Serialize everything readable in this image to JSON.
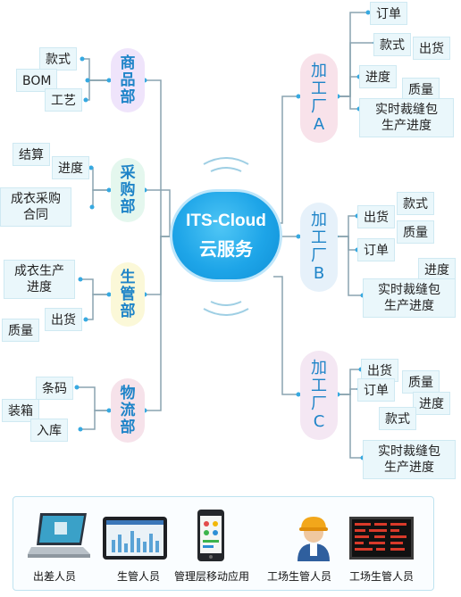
{
  "hub": {
    "line1": "ITS-Cloud",
    "line2": "云服务"
  },
  "departments": [
    {
      "name": "商品部",
      "chars": [
        "商",
        "品",
        "部"
      ],
      "items": [
        "款式",
        "BOM",
        "工艺"
      ]
    },
    {
      "name": "采购部",
      "chars": [
        "采",
        "购",
        "部"
      ],
      "items": [
        "结算",
        "进度",
        "成衣采购合同"
      ]
    },
    {
      "name": "生管部",
      "chars": [
        "生",
        "管",
        "部"
      ],
      "items": [
        "成衣生产进度",
        "出货",
        "质量"
      ]
    },
    {
      "name": "物流部",
      "chars": [
        "物",
        "流",
        "部"
      ],
      "items": [
        "条码",
        "装箱",
        "入库"
      ]
    }
  ],
  "factories": [
    {
      "name": "加工厂A",
      "chars": [
        "加",
        "工",
        "厂",
        "A"
      ],
      "items": [
        "订单",
        "款式",
        "出货",
        "进度",
        "质量",
        "实时裁缝包生产进度"
      ]
    },
    {
      "name": "加工厂B",
      "chars": [
        "加",
        "工",
        "厂",
        "B"
      ],
      "items": [
        "出货",
        "款式",
        "质量",
        "订单",
        "进度",
        "实时裁缝包生产进度"
      ]
    },
    {
      "name": "加工厂C",
      "chars": [
        "加",
        "工",
        "厂",
        "C"
      ],
      "items": [
        "出货",
        "订单",
        "质量",
        "进度",
        "款式",
        "实时裁缝包生产进度"
      ]
    }
  ],
  "text": {
    "A_tl1": "实时裁缝包",
    "A_tl2": "生产进度",
    "B_tl1": "实时裁缝包",
    "B_tl2": "生产进度",
    "C_tl1": "实时裁缝包",
    "C_tl2": "生产进度",
    "cg_1": "成衣采购",
    "cg_2": "合同",
    "sc_1": "成衣生产",
    "sc_2": "进度"
  },
  "roles": [
    "出差人员",
    "生管人员",
    "管理层移动应用",
    "工场生管人员",
    "工场生管人员"
  ],
  "device_icons": [
    "laptop-icon",
    "tablet-icon",
    "smartphone-icon",
    "worker-icon",
    "led-board-icon"
  ],
  "colors": {
    "hub": "#1ea5e8",
    "label": "#1e84c8",
    "leaf_bg": "#eaf7fb",
    "connector": "#8aa4b0"
  }
}
